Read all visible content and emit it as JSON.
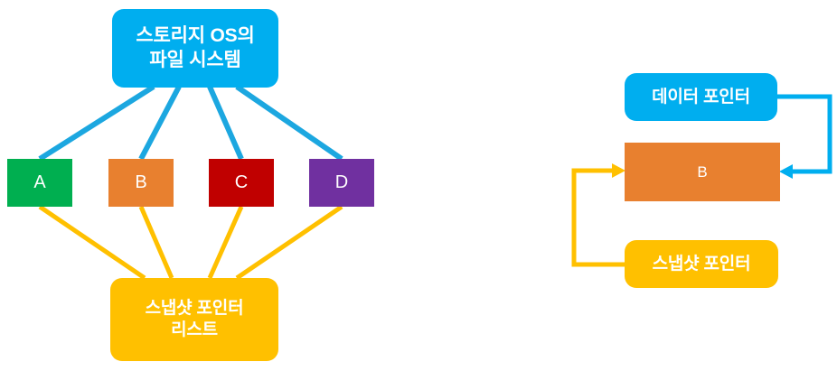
{
  "diagram": {
    "title_unseen": "",
    "colors": {
      "blue": "#00AEEF",
      "orange": "#E8802F",
      "yellow": "#FFC000",
      "green": "#00AF50",
      "red": "#C00000",
      "purple": "#7030A0",
      "background": "#FFFFFF",
      "text": "#FFFFFF"
    },
    "left": {
      "root": {
        "label": "스토리지 OS의\n파일 시스템",
        "line1": "스토리지 OS의",
        "line2": "파일 시스템",
        "color": "#00AEEF"
      },
      "children": [
        {
          "label": "A",
          "color": "#00AF50"
        },
        {
          "label": "B",
          "color": "#E8802F"
        },
        {
          "label": "C",
          "color": "#C00000"
        },
        {
          "label": "D",
          "color": "#7030A0"
        }
      ],
      "collector": {
        "line1": "스냅샷 포인터",
        "line2": "리스트",
        "color": "#FFC000"
      },
      "edge_colors": {
        "root_to_children": "#1CA7E0",
        "children_to_collector": "#FFC000"
      }
    },
    "right": {
      "data_pointer": {
        "label": "데이터 포인터",
        "color": "#00AEEF"
      },
      "block": {
        "label": "B",
        "color": "#E8802F"
      },
      "snapshot_pointer": {
        "label": "스냅샷 포인터",
        "color": "#FFC000"
      },
      "arrows": [
        {
          "name": "data-pointer-to-block",
          "color": "#00AEEF"
        },
        {
          "name": "snapshot-pointer-to-block",
          "color": "#FFC000"
        }
      ]
    }
  }
}
